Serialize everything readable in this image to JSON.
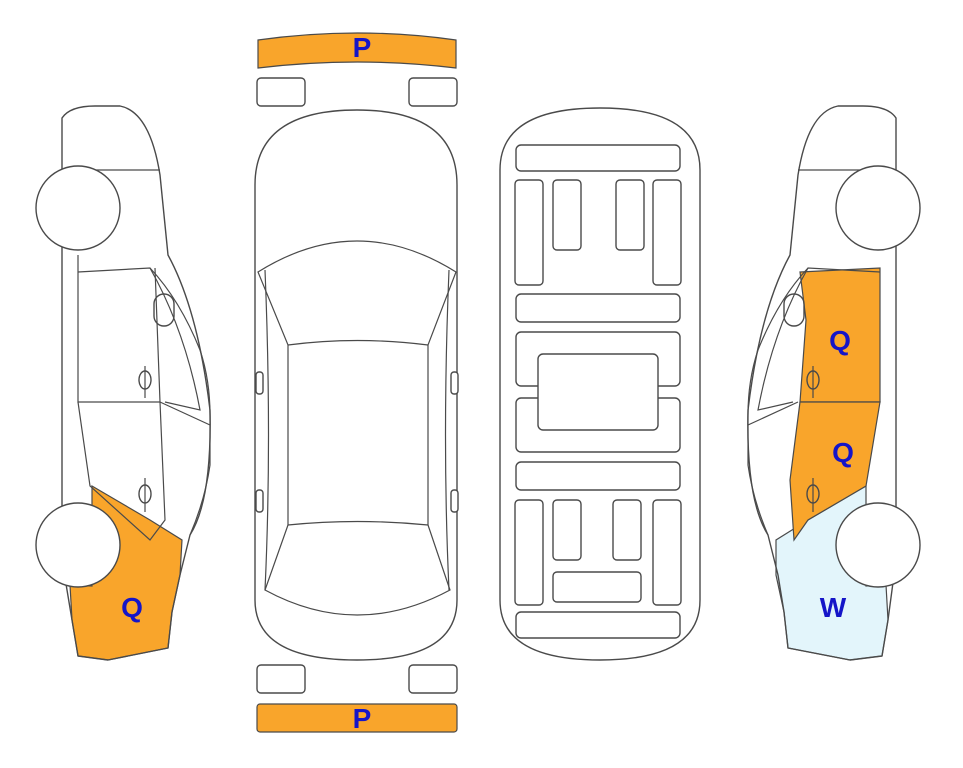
{
  "colors": {
    "outline": "#4a4a4a",
    "label_text": "#1515c8",
    "orange_fill": "#f9a52b",
    "light_blue_fill": "#e3f5fb"
  },
  "damage_labels": {
    "front_bumper": {
      "code": "P",
      "color": "orange"
    },
    "rear_bumper": {
      "code": "P",
      "color": "orange"
    },
    "left_rear_quarter": {
      "code": "Q",
      "color": "orange"
    },
    "right_front_door": {
      "code": "Q",
      "color": "orange"
    },
    "right_rear_door": {
      "code": "Q",
      "color": "orange"
    },
    "right_rear_quarter": {
      "code": "W",
      "color": "light-blue"
    }
  }
}
